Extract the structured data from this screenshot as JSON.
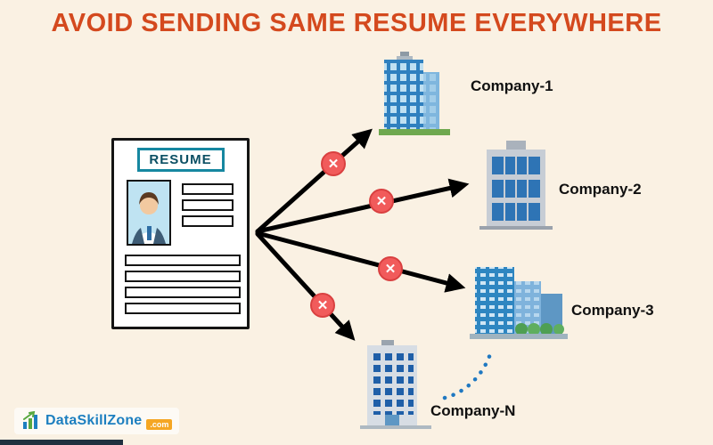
{
  "title": "AVOID SENDING SAME RESUME EVERYWHERE",
  "resume": {
    "header": "RESUME"
  },
  "companies": [
    {
      "id": "company-1",
      "label": "Company-1"
    },
    {
      "id": "company-2",
      "label": "Company-2"
    },
    {
      "id": "company-3",
      "label": "Company-3"
    },
    {
      "id": "company-n",
      "label": "Company-N"
    }
  ],
  "markers": {
    "symbol": "✕"
  },
  "logo": {
    "brand": "DataSkillZone",
    "suffix": ".com"
  },
  "colors": {
    "background": "#FAF1E3",
    "title": "#D4491E",
    "arrow": "#000000",
    "marker": "#F15B5B",
    "building_blue": "#2F80BF",
    "resume_header_border": "#1687A0"
  }
}
